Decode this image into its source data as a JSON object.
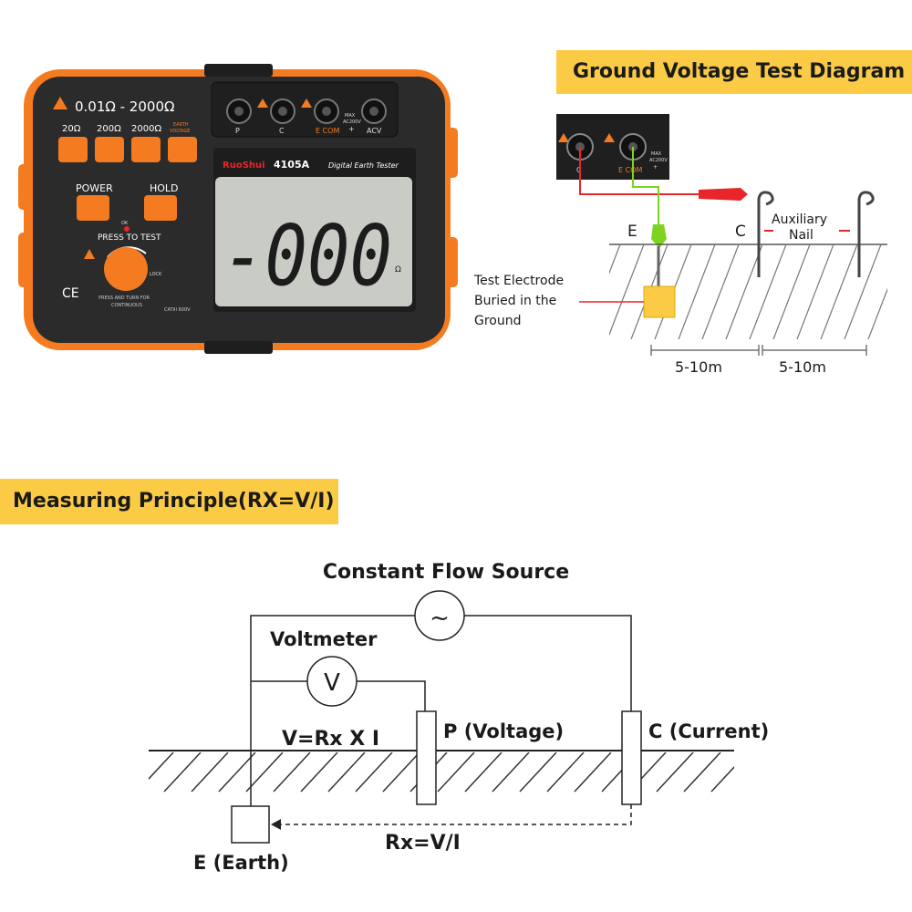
{
  "device": {
    "range_title": "0.01Ω - 2000Ω",
    "btn_20": "20Ω",
    "btn_200": "200Ω",
    "btn_2000": "2000Ω",
    "btn_earth_voltage_line1": "EARTH",
    "btn_earth_voltage_line2": "VOLTAGE",
    "power_label": "POWER",
    "hold_label": "HOLD",
    "ok_label": "OK",
    "press_to_test": "PRESS TO TEST",
    "lock_label": "LOCK",
    "ce_mark": "CE",
    "press_turn_line1": "PRESS AND TURN FOR",
    "press_turn_line2": "CONTINUOUS",
    "cat_label": "CATIII 600V",
    "brand": "RuoShui",
    "model": "4105A",
    "product": "Digital Earth Tester",
    "lcd_reading": "-000",
    "lcd_unit": "Ω",
    "terminal_p": "P",
    "terminal_c": "C",
    "terminal_ecom": "E COM",
    "terminal_plus": "+",
    "terminal_acv": "ACV",
    "terminal_max": "MAX",
    "terminal_ac200v": "AC200V"
  },
  "ground_diagram": {
    "title": "Ground Voltage Test Diagram",
    "label_e": "E",
    "label_c": "C",
    "auxiliary_line1": "Auxiliary",
    "auxiliary_line2": "Nail",
    "electrode_line1": "Test Electrode",
    "electrode_line2": "Buried in the",
    "electrode_line3": "Ground",
    "distance_1": "5-10m",
    "distance_2": "5-10m",
    "jack_c": "C",
    "jack_ecom": "E COM",
    "jack_max": "MAX",
    "jack_ac": "AC200V",
    "jack_plus": "+"
  },
  "principle": {
    "title": "Measuring Principle(RX=V/I)",
    "source_label": "Constant Flow Source",
    "source_symbol": "~",
    "voltmeter_label": "Voltmeter",
    "voltmeter_symbol": "V",
    "equation": "V=Rx X I",
    "p_label": "P (Voltage)",
    "c_label": "C (Current)",
    "rx_label": "Rx=V/I",
    "e_label": "E (Earth)"
  },
  "colors": {
    "banner": "#fbcb45",
    "device_orange": "#f47b20",
    "device_body": "#2b2b2b",
    "lcd": "#c9ccc4",
    "wire_red": "#e8262a",
    "wire_green": "#7ed321",
    "electrode": "#fbcb45"
  }
}
